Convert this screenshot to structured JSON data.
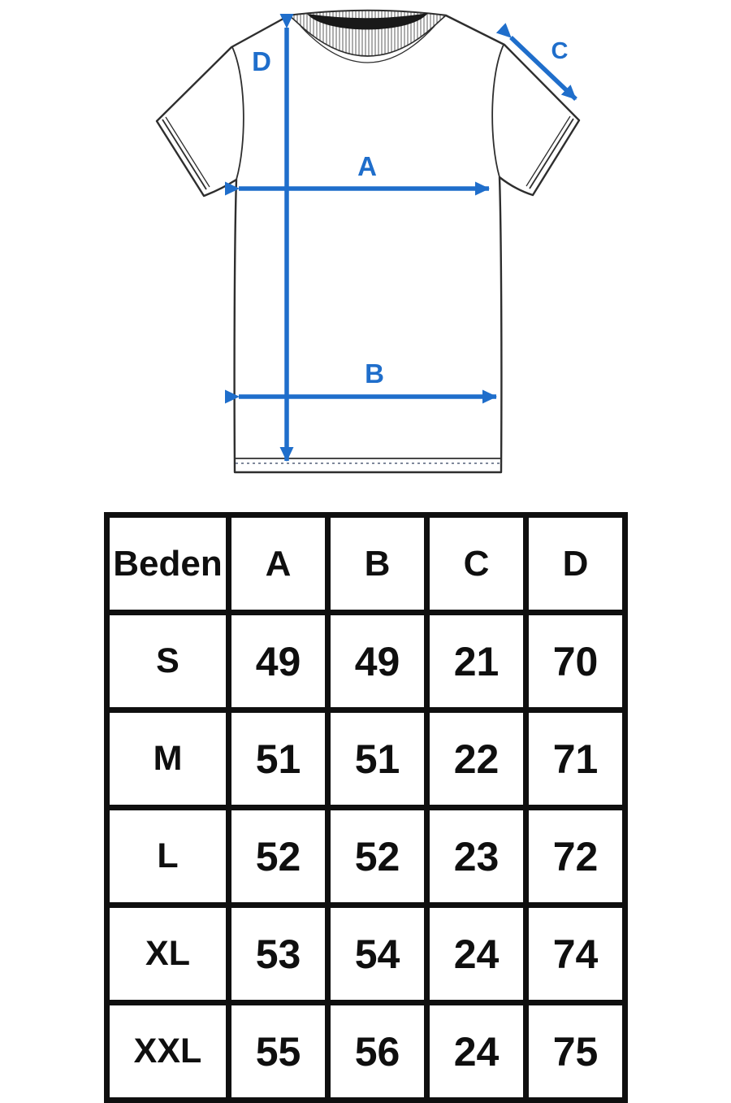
{
  "colors": {
    "accent": "#1f6ecb",
    "ink": "#0f0f0f",
    "line": "#2e2e2e"
  },
  "diagram": {
    "label_a": "A",
    "label_b": "B",
    "label_c": "C",
    "label_d": "D"
  },
  "table": {
    "headers": [
      "Beden",
      "A",
      "B",
      "C",
      "D"
    ],
    "rows": [
      [
        "S",
        "49",
        "49",
        "21",
        "70"
      ],
      [
        "M",
        "51",
        "51",
        "22",
        "71"
      ],
      [
        "L",
        "52",
        "52",
        "23",
        "72"
      ],
      [
        "XL",
        "53",
        "54",
        "24",
        "74"
      ],
      [
        "XXL",
        "55",
        "56",
        "24",
        "75"
      ]
    ]
  }
}
